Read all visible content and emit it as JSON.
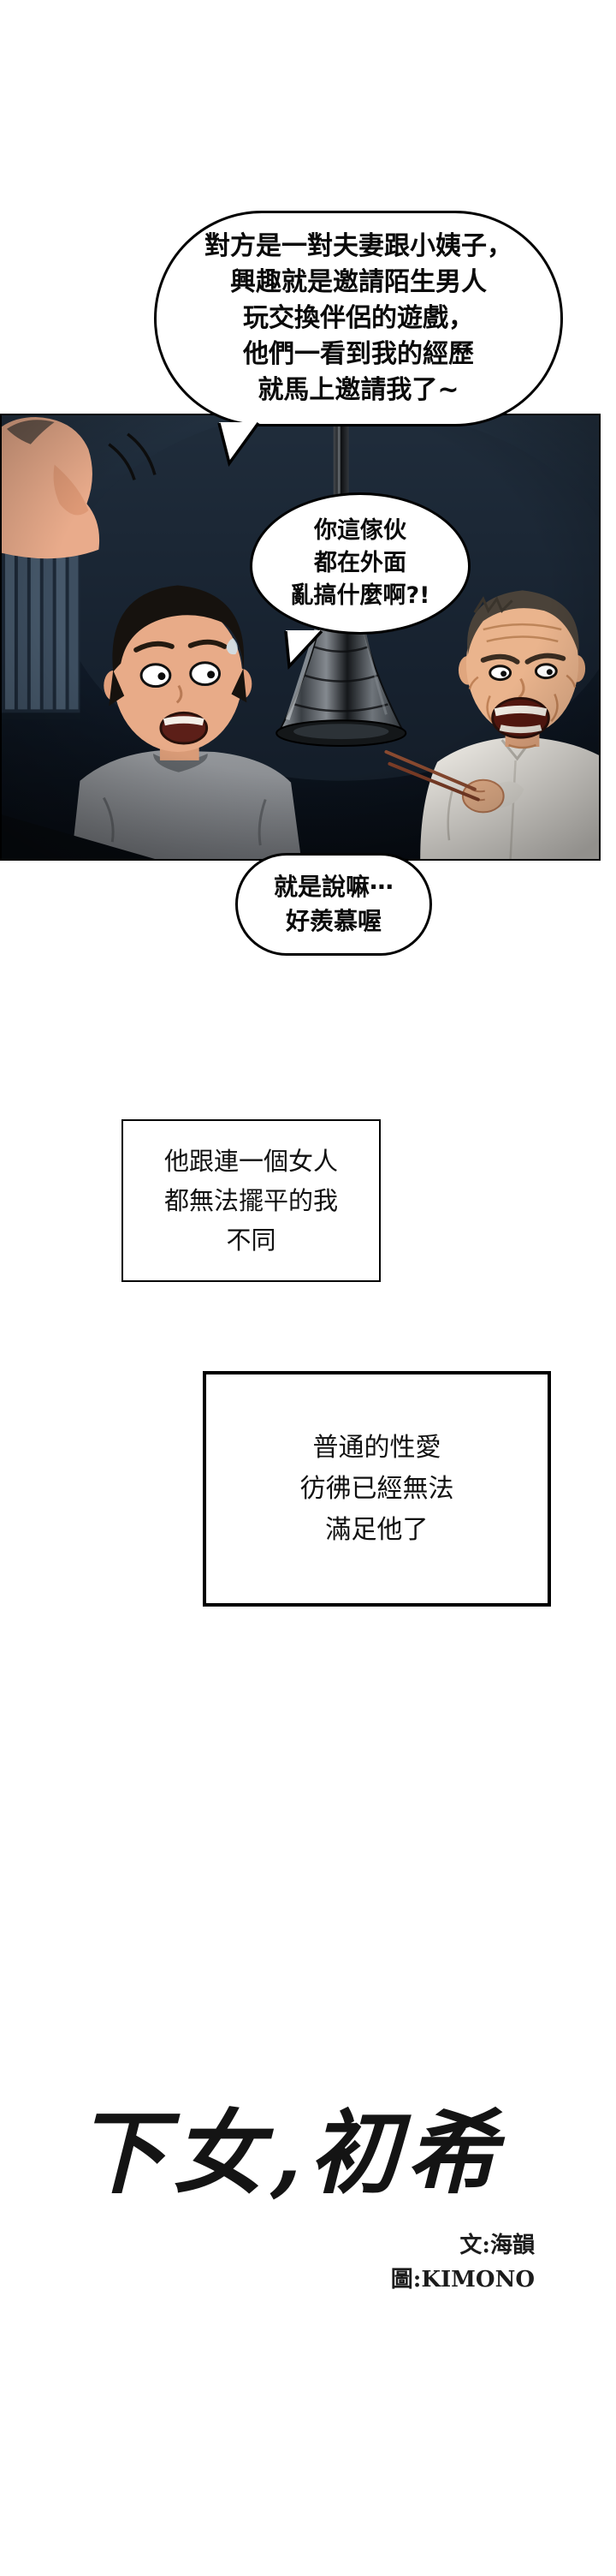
{
  "colors": {
    "page_bg": "#ffffff",
    "ink": "#000000",
    "panel_bg": "#0e1722",
    "skin_tone": "#e8ab88",
    "tshirt_gray": "#85888c",
    "shirt_white": "#ebe8e2",
    "lamp_metal": "#84898f"
  },
  "speech": {
    "narrator_bubble": {
      "lines": [
        "對方是一對夫妻跟小姨子，",
        "興趣就是邀請陌生男人",
        "玩交換伴侶的遊戲，",
        "他們一看到我的經歷",
        "就馬上邀請我了~"
      ]
    },
    "shout_bubble": {
      "lines": [
        "你這傢伙",
        "都在外面",
        "亂搞什麼啊?!"
      ]
    },
    "reply_bubble": {
      "lines": [
        "就是說嘛⋯",
        "好羨慕喔"
      ]
    }
  },
  "narration": {
    "box1": {
      "lines": [
        "他跟連一個女人",
        "都無法擺平的我",
        "不同"
      ]
    },
    "box2": {
      "lines": [
        "普通的性愛",
        "彷彿已經無法",
        "滿足他了"
      ]
    }
  },
  "footer": {
    "title": "下女,初希",
    "credit_writer": "文:海韻",
    "credit_artist": "圖:KIMONO"
  }
}
